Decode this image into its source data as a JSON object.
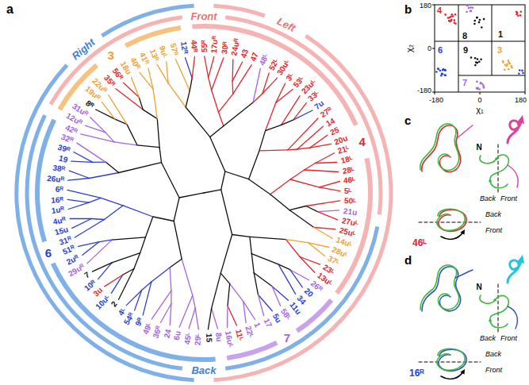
{
  "diagram": {
    "labels": [
      "a",
      "Right",
      "Front",
      "Left",
      "Back",
      "3",
      "4",
      "6",
      "7",
      "13ᴿ",
      "9uᴸ",
      "57ᴿ",
      "12ᴿ",
      "44ᴿ",
      "55ᴿ",
      "17uᴿ",
      "30ᴿ",
      "24uᴿ",
      "43",
      "47",
      "48ᴸ",
      "52ᴸ",
      "30uᴸ",
      "3ᴸ",
      "53ᴸ",
      "23uᴸ",
      "33ᴸ",
      "7u",
      "27ᴿ",
      "14",
      "25",
      "20u",
      "21ᴸ",
      "18ᴸ",
      "28ᴸ",
      "46ᴸ",
      "5ᴸ",
      "50ᴸ",
      "21u",
      "27uᴸ",
      "25uᴸ",
      "14uᴸ",
      "28uᴸ",
      "37ᴸ",
      "23ᴸ",
      "13uᴸ",
      "26ᴿ",
      "20",
      "34",
      "11u",
      "58ᴸ",
      "5u",
      "17",
      "1",
      "22ᴸ",
      "11ᴸ",
      "16uᴸ",
      "8u",
      "15",
      "29ᴸ",
      "45ᴸ",
      "6u",
      "24",
      "36ᴿ",
      "49ᴸ",
      "9ᴿ",
      "54ᴿ",
      "4ᴸ",
      "2",
      "10uᴸ",
      "3u",
      "10ᴿ",
      "7",
      "29uᴿ",
      "2uᴿ",
      "51ᴿ",
      "31ᴿ",
      "15u",
      "4uᴿ",
      "1uᴿ",
      "16ᴿ",
      "6ᴿ",
      "26uᴿ",
      "38ᴿ",
      "19",
      "39ᴿ",
      "32ᴿ",
      "42ᴿ",
      "12uᴿ",
      "31uᴿ",
      "8ᴿ",
      "19uᴿ",
      "22uᴿ",
      "35ᴿ",
      "56ᴿ",
      "18u",
      "40ᴿ",
      "41ᴿ",
      "b",
      "4",
      "8",
      "1",
      "6",
      "9",
      "3",
      "7",
      "180",
      "0",
      "-180",
      "-180",
      "0",
      "180",
      "χ₁",
      "χ₂",
      "c",
      "N",
      "Back",
      "Front",
      "Back",
      "Front",
      "46ᴸ",
      "d",
      "N",
      "Back",
      "Front",
      "Back",
      "Front",
      "16ᴿ"
    ]
  }
}
